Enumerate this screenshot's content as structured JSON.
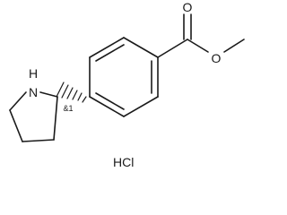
{
  "structure": {
    "atom_labels": {
      "carbonyl_oxygen": "O",
      "ester_oxygen": "O",
      "amine": "N",
      "amine_hydrogen": "H"
    },
    "stereo_label": "&1",
    "salt_label": "HCl"
  }
}
